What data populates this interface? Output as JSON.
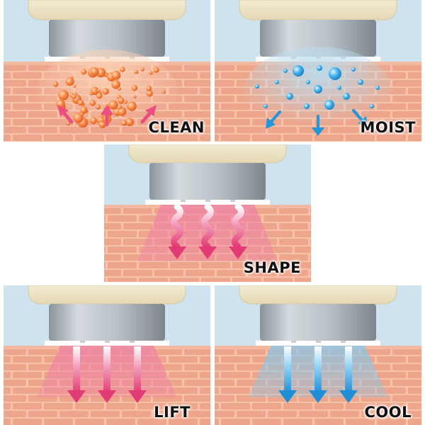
{
  "panels": {
    "clean": {
      "label": "CLEAN",
      "effect": "bubbles-rising",
      "color": "#f07a3a"
    },
    "moist": {
      "label": "MOIST",
      "effect": "droplets-penetrating",
      "color": "#2f9ee0"
    },
    "shape": {
      "label": "SHAPE",
      "effect": "wavy-arrows-down",
      "color": "#e4457d"
    },
    "lift": {
      "label": "LIFT",
      "effect": "straight-arrows-down",
      "color": "#e4457d"
    },
    "cool": {
      "label": "COOL",
      "effect": "straight-arrows-down",
      "color": "#2f9ee0"
    }
  },
  "colors": {
    "background": "#cfe3ee",
    "skin": "#f6c2a8",
    "brick": "#eba48a",
    "device_body": "#f0e7cd",
    "device_head": "#b4bcc3"
  }
}
